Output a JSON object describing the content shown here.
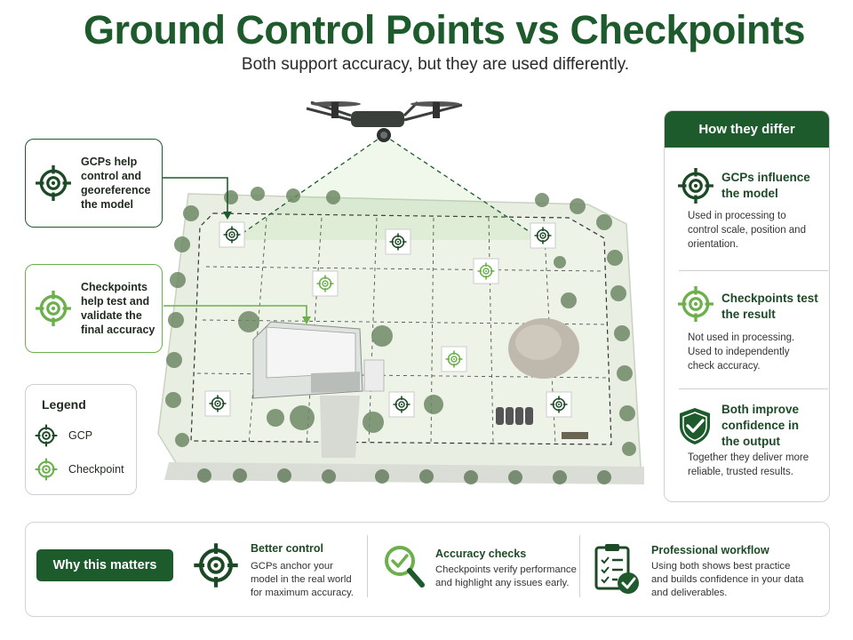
{
  "header": {
    "title": "Ground Control Points vs Checkpoints",
    "subtitle": "Both support accuracy, but they are used differently."
  },
  "callouts": {
    "gcp": "GCPs help control and georeference the model",
    "checkpoint": "Checkpoints help test and validate the final accuracy"
  },
  "legend": {
    "title": "Legend",
    "gcp_label": "GCP",
    "checkpoint_label": "Checkpoint"
  },
  "panel": {
    "header": "How they differ",
    "sections": [
      {
        "title": "GCPs influence the model",
        "body": "Used in processing to control scale, position and orientation.",
        "icon": "target-icon"
      },
      {
        "title": "Checkpoints test the result",
        "body": "Not used in processing. Used to independently check accuracy.",
        "icon": "target-icon"
      },
      {
        "title": "Both improve confidence in the output",
        "body": "Together they deliver more reliable, trusted results.",
        "icon": "shield-check-icon"
      }
    ]
  },
  "bottom": {
    "button": "Why this matters",
    "items": [
      {
        "title": "Better control",
        "body": "GCPs anchor your model in the real world for maximum accuracy.",
        "icon": "target-icon"
      },
      {
        "title": "Accuracy checks",
        "body": "Checkpoints verify performance and highlight any issues early.",
        "icon": "magnifier-check-icon"
      },
      {
        "title": "Professional workflow",
        "body": "Using both shows best practice and builds confidence in your data and deliverables.",
        "icon": "clipboard-check-icon"
      }
    ]
  },
  "colors": {
    "dark_green": "#1d5a2c",
    "light_green": "#6bb04a",
    "field": "#eaf1e3"
  },
  "markers": {
    "gcp_count": 6,
    "checkpoint_count": 3
  }
}
